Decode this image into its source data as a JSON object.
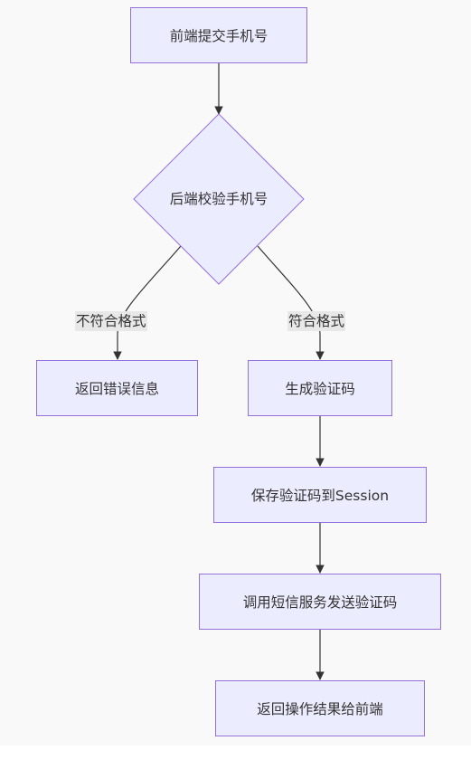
{
  "flowchart": {
    "nodes": {
      "submit": "前端提交手机号",
      "validate": "后端校验手机号",
      "error": "返回错误信息",
      "generate": "生成验证码",
      "save": "保存验证码到Session",
      "sms": "调用短信服务发送验证码",
      "result": "返回操作结果给前端"
    },
    "edge_labels": {
      "invalid": "不符合格式",
      "valid": "符合格式"
    }
  }
}
